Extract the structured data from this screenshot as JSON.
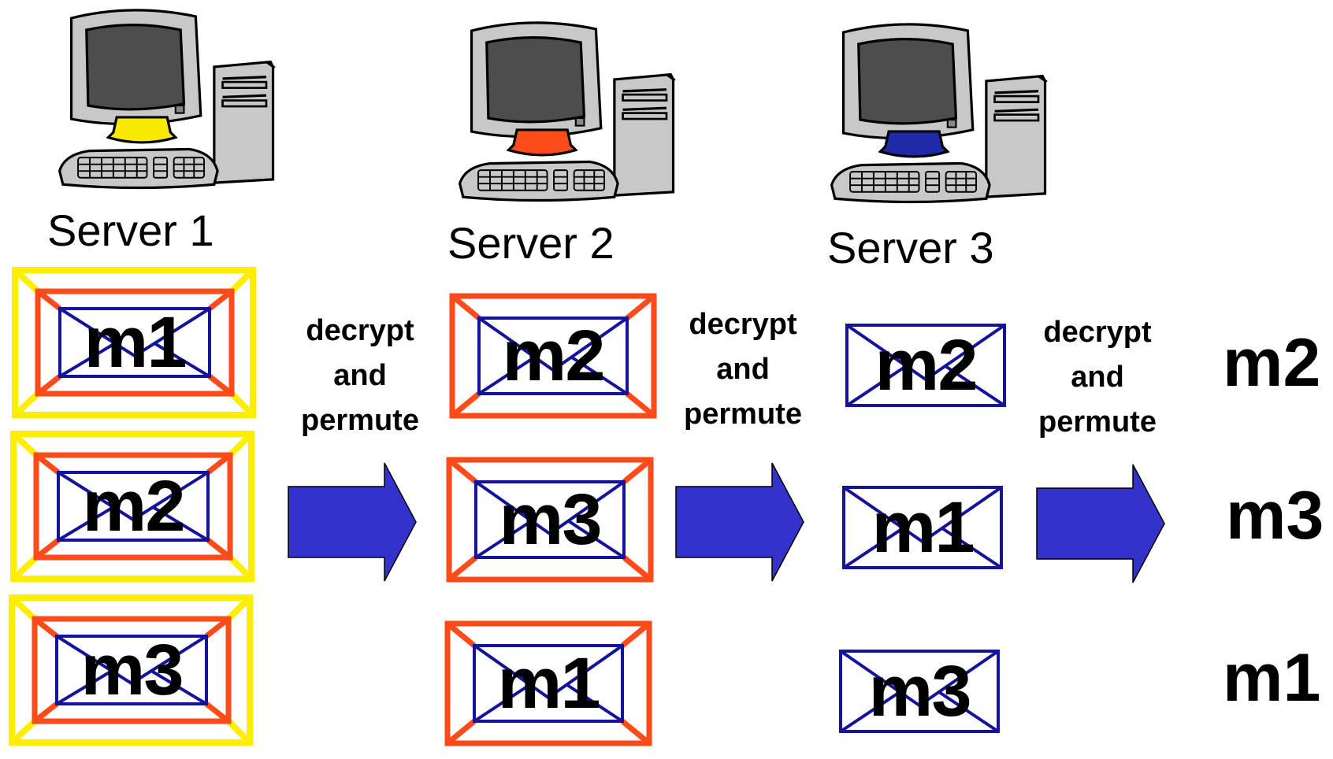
{
  "servers": [
    {
      "label": "Server 1",
      "base_color": "#f7ea00"
    },
    {
      "label": "Server 2",
      "base_color": "#ff4a1a"
    },
    {
      "label": "Server 3",
      "base_color": "#1f2aa8"
    }
  ],
  "step_labels": [
    {
      "line1": "decrypt",
      "line2": "and",
      "line3": "permute"
    },
    {
      "line1": "decrypt",
      "line2": "and",
      "line3": "permute"
    },
    {
      "line1": "decrypt",
      "line2": "and",
      "line3": "permute"
    }
  ],
  "columns": [
    {
      "layers": [
        "yellow",
        "red",
        "blue"
      ],
      "messages": [
        "m1",
        "m2",
        "m3"
      ]
    },
    {
      "layers": [
        "red",
        "blue"
      ],
      "messages": [
        "m2",
        "m3",
        "m1"
      ]
    },
    {
      "layers": [
        "blue"
      ],
      "messages": [
        "m2",
        "m1",
        "m3"
      ]
    }
  ],
  "outputs": [
    "m2",
    "m3",
    "m1"
  ],
  "colors": {
    "yellow_layer": "#ffee00",
    "red_layer": "#ff4a1a",
    "blue_layer": "#14149a",
    "arrow": "#3333cc",
    "computer_body": "#c8c8c8",
    "screen": "#4d4d4d"
  }
}
